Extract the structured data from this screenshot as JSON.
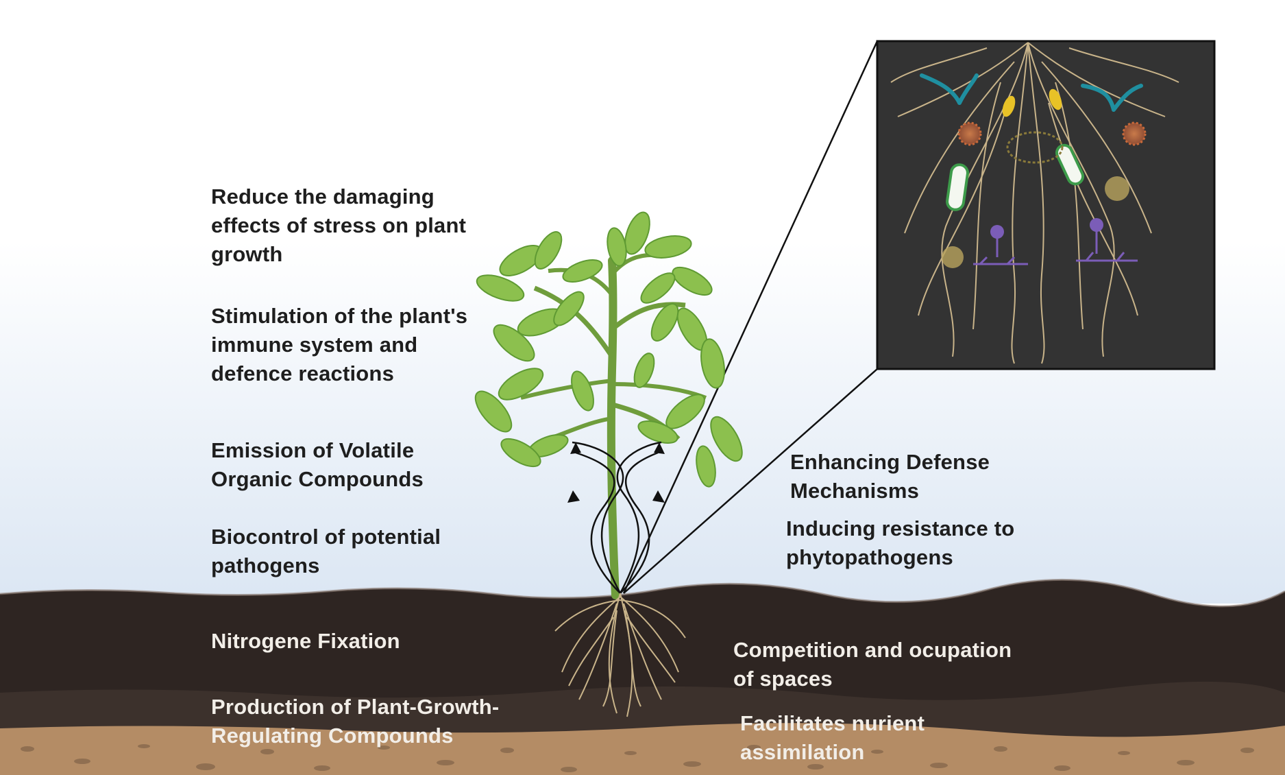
{
  "labels_left_above_ground": [
    "Reduce the damaging\neffects of stress on plant\ngrowth",
    "Stimulation of the plant's\nimmune system and\ndefence reactions",
    "Emission of Volatile\nOrganic Compounds",
    "Biocontrol of potential\npathogens"
  ],
  "labels_left_soil": [
    "Nitrogene Fixation",
    "Production of Plant-Growth-\nRegulating Compounds"
  ],
  "labels_right_above_ground": [
    "Enhancing Defense\nMechanisms",
    "Inducing resistance to\nphytopathogens"
  ],
  "labels_right_soil": [
    "Competition and ocupation\nof spaces",
    "Facilitates nurient\nassimilation"
  ],
  "colors": {
    "sky_top": "#ffffff",
    "sky_bottom": "#dde8f4",
    "soil_top": "#2e2522",
    "soil_mid": "#3b302b",
    "soil_bottom": "#b58d66",
    "leaf": "#8cc04e",
    "leaf_dark": "#5f9a33",
    "root": "#c9b48a",
    "inset_bg": "#333333"
  },
  "icons": [
    "tomato-plant-illustration",
    "root-system-icon",
    "microbe-inset-icon",
    "curved-arrow-icon"
  ]
}
